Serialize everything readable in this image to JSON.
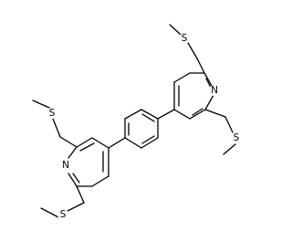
{
  "diagram": {
    "type": "chemical-structure",
    "labels": {
      "nitrogen": "N",
      "sulfur": "S"
    },
    "atom_labels": [
      {
        "id": "s_top_right",
        "text": "S"
      },
      {
        "id": "n_right",
        "text": "N"
      },
      {
        "id": "s_right_lower",
        "text": "S"
      },
      {
        "id": "s_left_upper",
        "text": "S"
      },
      {
        "id": "n_left",
        "text": "N"
      },
      {
        "id": "s_bottom_left",
        "text": "S"
      }
    ]
  }
}
